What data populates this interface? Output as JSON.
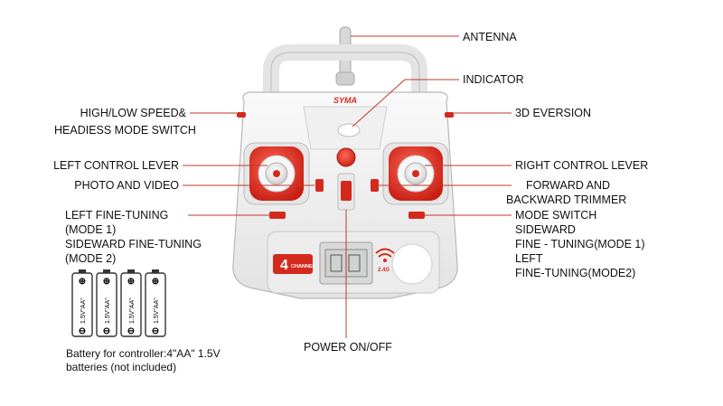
{
  "labels": {
    "antenna": "ANTENNA",
    "indicator": "INDICATOR",
    "speed_switch_1": "HIGH/LOW SPEED&",
    "speed_switch_2": "HEADIESS MODE SWITCH",
    "eversion": "3D EVERSION",
    "left_lever": "LEFT CONTROL LEVER",
    "right_lever": "RIGHT CONTROL LEVER",
    "photo_video": "PHOTO  AND VIDEO",
    "fb_trimmer_1": "FORWARD AND",
    "fb_trimmer_2": "BACKWARD TRIMMER",
    "left_fine_1": "LEFT FINE-TUNING",
    "left_fine_2": "(MODE 1)",
    "left_fine_3": "SIDEWARD FINE-TUNING",
    "left_fine_4": "(MODE 2)",
    "mode_switch_1": "MODE SWITCH",
    "mode_switch_2": "SIDEWARD",
    "mode_switch_3": "FINE - TUNING(MODE 1)",
    "mode_switch_4": "LEFT",
    "mode_switch_5": "FINE-TUNING(MODE2)",
    "power": "POWER ON/OFF"
  },
  "device": {
    "brand": "SYMA",
    "badge_number": "4",
    "badge_text": "CHANNEL",
    "freq": "2.4G"
  },
  "batteries": {
    "label": "1.5V\"AA\"",
    "caption_1": "Battery for controller:4\"AA\" 1.5V",
    "caption_2": "batteries (not included)"
  },
  "colors": {
    "accent": "#d42a1e",
    "line": "#c0392b",
    "body": "#f4f4f4"
  }
}
